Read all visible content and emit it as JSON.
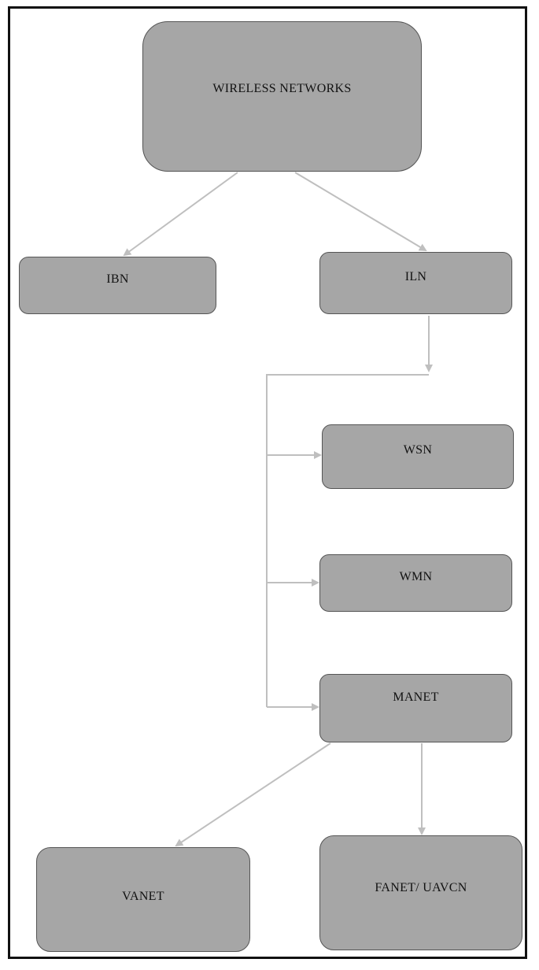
{
  "diagram": {
    "nodes": {
      "root": "WIRELESS NETWORKS",
      "ibn": "IBN",
      "iln": "ILN",
      "wsn": "WSN",
      "wmn": "WMN",
      "manet": "MANET",
      "vanet": "VANET",
      "fanet": "FANET/ UAVCN"
    },
    "edges": [
      {
        "from": "WIRELESS NETWORKS",
        "to": "IBN"
      },
      {
        "from": "WIRELESS NETWORKS",
        "to": "ILN"
      },
      {
        "from": "ILN",
        "to": "WSN"
      },
      {
        "from": "ILN",
        "to": "WMN"
      },
      {
        "from": "ILN",
        "to": "MANET"
      },
      {
        "from": "MANET",
        "to": "VANET"
      },
      {
        "from": "MANET",
        "to": "FANET/ UAVCN"
      }
    ],
    "colors": {
      "node_fill": "#a6a6a6",
      "node_border": "#555555",
      "connector": "#bfbfbf",
      "frame": "#111111"
    }
  }
}
